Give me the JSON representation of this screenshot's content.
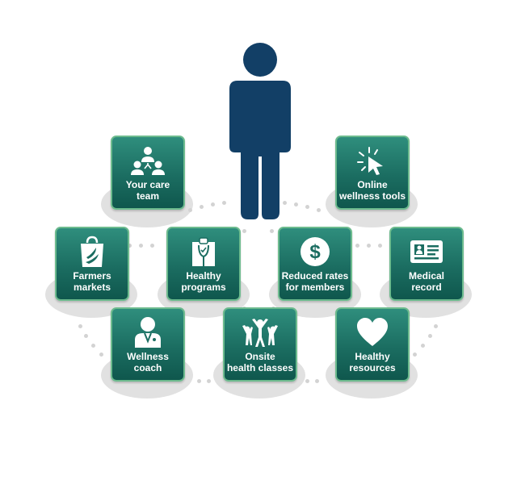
{
  "colors": {
    "tile_top": "#2f8e7d",
    "tile_bottom": "#0f574d",
    "tile_border": "#6dbb8e",
    "person": "#123f66",
    "shadow": "#e1e1e1",
    "dot": "#d3d3d3"
  },
  "tiles": [
    {
      "id": "care-team",
      "icon": "team-icon",
      "lines": [
        "Your care",
        "team"
      ]
    },
    {
      "id": "online-tools",
      "icon": "cursor-icon",
      "lines": [
        "Online",
        "wellness tools"
      ]
    },
    {
      "id": "farmers",
      "icon": "shopping-bag-icon",
      "lines": [
        "Farmers",
        "markets"
      ]
    },
    {
      "id": "programs",
      "icon": "clipboard-icon",
      "lines": [
        "Healthy",
        "programs"
      ]
    },
    {
      "id": "rates",
      "icon": "dollar-icon",
      "lines": [
        "Reduced rates",
        "for members"
      ]
    },
    {
      "id": "medical",
      "icon": "id-card-icon",
      "lines": [
        "Medical",
        "record"
      ]
    },
    {
      "id": "coach",
      "icon": "coach-icon",
      "lines": [
        "Wellness",
        "coach"
      ]
    },
    {
      "id": "classes",
      "icon": "class-icon",
      "lines": [
        "Onsite",
        "health classes"
      ]
    },
    {
      "id": "resources",
      "icon": "heart-icon",
      "lines": [
        "Healthy",
        "resources"
      ]
    }
  ]
}
